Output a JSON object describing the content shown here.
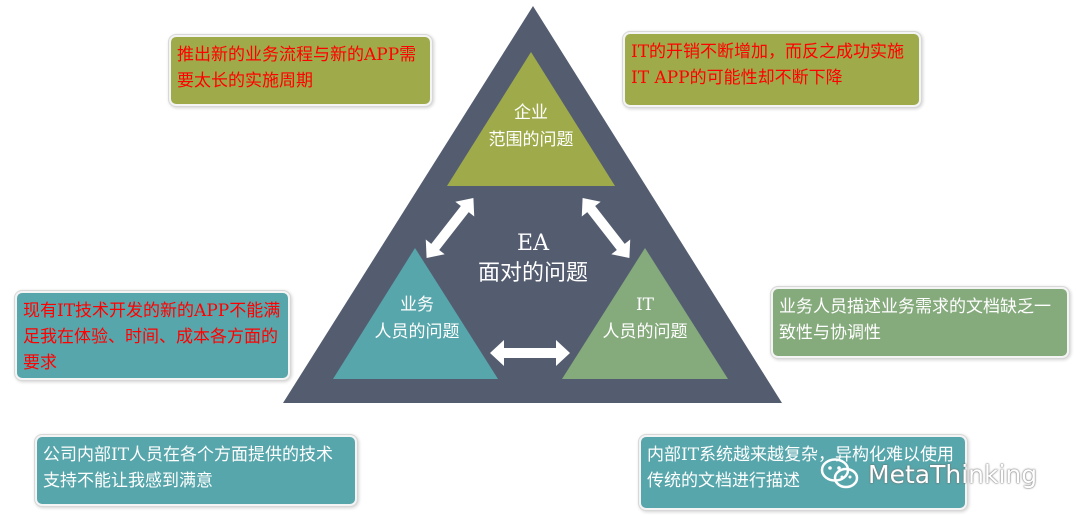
{
  "center": {
    "line1": "EA",
    "line2": "面对的问题"
  },
  "inner_triangles": {
    "top": {
      "line1": "企业",
      "line2": "范围的问题"
    },
    "left": {
      "line1": "业务",
      "line2": "人员的问题"
    },
    "right": {
      "line1": "IT",
      "line2": "人员的问题"
    }
  },
  "boxes": {
    "top_left": "推出新的业务流程与新的APP需要太长的实施周期",
    "top_right": "IT的开销不断增加，而反之成功实施IT APP的可能性却不断下降",
    "mid_left": "现有IT技术开发的新的APP不能满足我在体验、时间、成本各方面的要求",
    "mid_right": "业务人员描述业务需求的文档缺乏一致性与协调性",
    "bottom_left": "公司内部IT人员在各个方面提供的技术支持不能让我感到满意",
    "bottom_right": "内部IT系统越来越复杂，异构化难以使用传统的文档进行描述"
  },
  "watermark": {
    "text": "MetaThinking",
    "icon": "wechat-icon"
  },
  "colors": {
    "outer_triangle": "#545d70",
    "top_triangle": "#9fab4a",
    "left_triangle": "#57a6ab",
    "right_triangle": "#85aa7c",
    "alert_text": "#ff0000"
  }
}
